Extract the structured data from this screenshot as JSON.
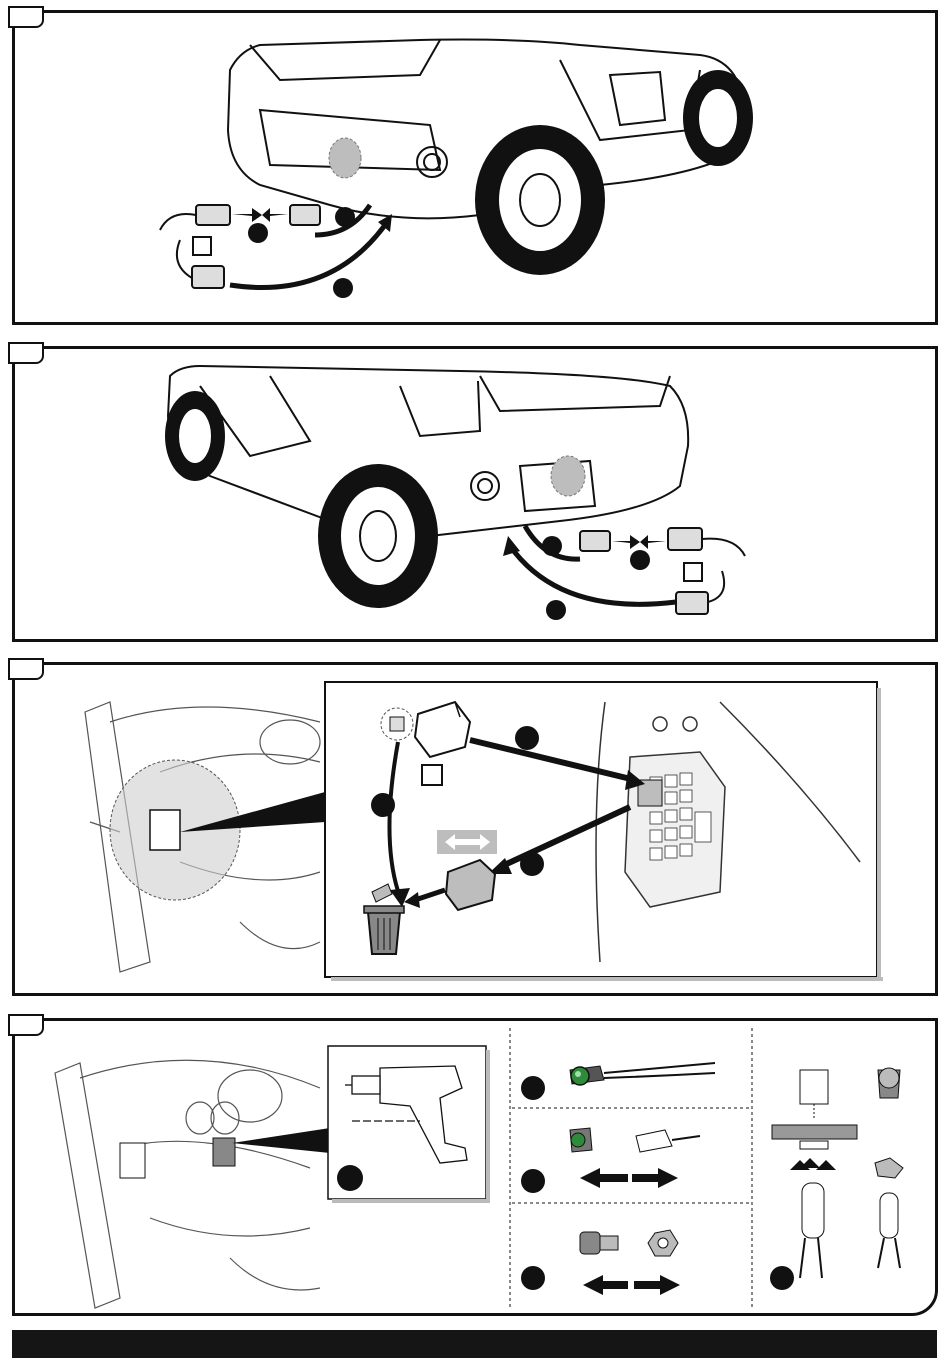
{
  "document": {
    "type": "installation-instructions",
    "panels": [
      {
        "id": "panel-1",
        "subject": "rear-left-connector",
        "step_label": ""
      },
      {
        "id": "panel-2",
        "subject": "rear-right-connector",
        "step_label": ""
      },
      {
        "id": "panel-3",
        "subject": "flasher-relay-replacement",
        "step_label": ""
      },
      {
        "id": "panel-4",
        "subject": "indicator-lamp-mounting",
        "step_label": ""
      }
    ]
  },
  "colors": {
    "ink": "#111111",
    "shade": "#bdbdbd",
    "indicator_green": "#2e8b3a",
    "footer": "#151515"
  },
  "icons": [
    "car-rear-left",
    "car-rear-right",
    "dashboard",
    "fuse-box",
    "relay",
    "trash-bin",
    "drill",
    "indicator-lamp",
    "nut",
    "bolt",
    "double-arrow"
  ]
}
